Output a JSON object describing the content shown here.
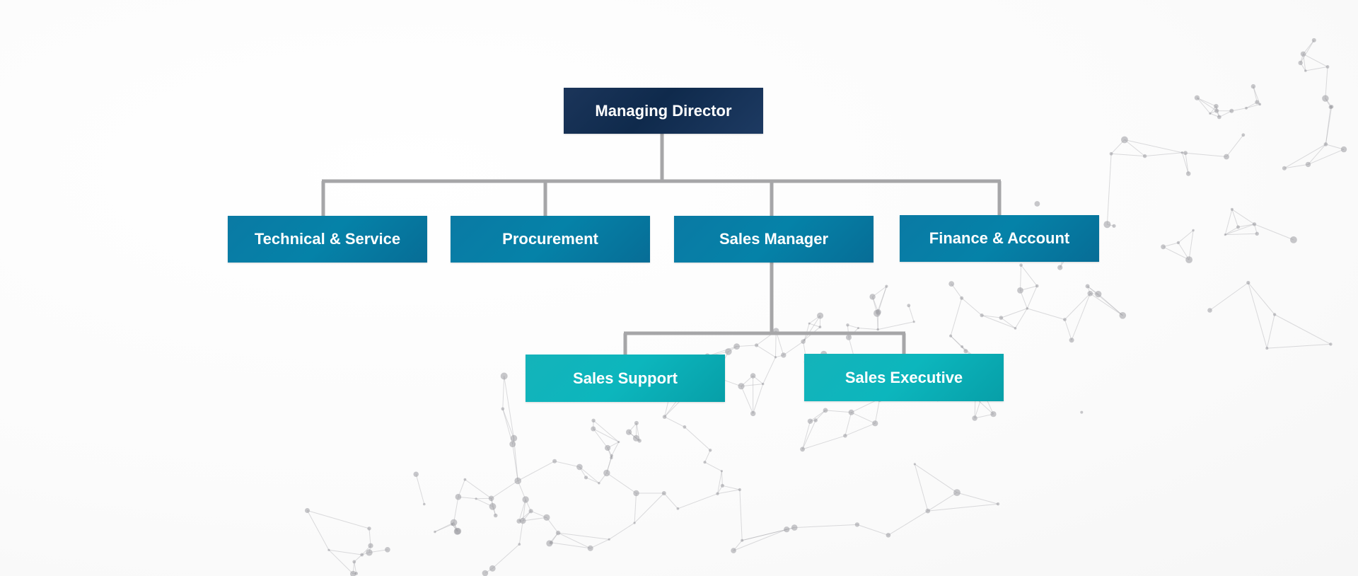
{
  "org_chart": {
    "root": {
      "id": "md",
      "label": "Managing Director"
    },
    "departments": [
      {
        "id": "tech",
        "label": "Technical & Service"
      },
      {
        "id": "proc",
        "label": "Procurement"
      },
      {
        "id": "sales",
        "label": "Sales Manager"
      },
      {
        "id": "fin",
        "label": "Finance & Account"
      }
    ],
    "sales_team": [
      {
        "id": "support",
        "label": "Sales Support"
      },
      {
        "id": "exec",
        "label": "Sales Executive"
      }
    ]
  },
  "colors": {
    "root": "#0f2a4c",
    "department": "#0582a8",
    "team": "#0cb6bd",
    "connector": "#a6a6a8",
    "network": "#9a9aa0"
  }
}
